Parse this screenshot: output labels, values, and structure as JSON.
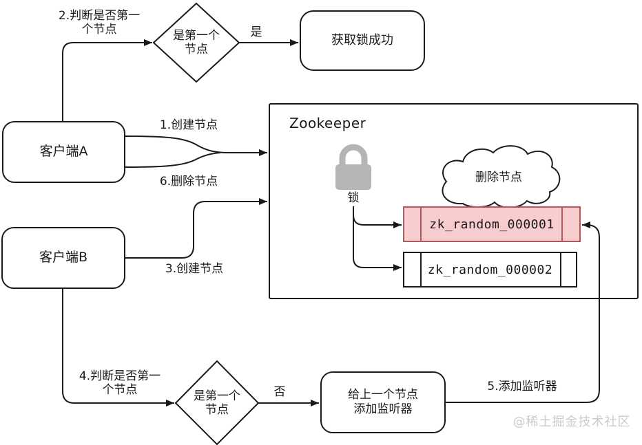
{
  "nodes": {
    "client_a": "客户端A",
    "client_b": "客户端B",
    "success": "获取锁成功",
    "listener": [
      "给上一个节点",
      "添加监听器"
    ],
    "decision_top": [
      "是第一个",
      "节点"
    ],
    "decision_bottom": [
      "是第一个",
      "节点"
    ]
  },
  "zookeeper": {
    "title": "Zookeeper",
    "lock_label": "锁",
    "cloud_label": "删除节点",
    "node1": "zk_random_000001",
    "node2": "zk_random_000002"
  },
  "edges": {
    "step1": "1.创建节点",
    "step2": [
      "2.判断是否第一",
      "个节点"
    ],
    "step3": "3.创建节点",
    "step4": [
      "4.判断是否第一",
      "个节点"
    ],
    "step5": "5.添加监听器",
    "step6": "6.删除节点",
    "yes": "是",
    "no": "否"
  },
  "watermark": "@稀土掘金技术社区",
  "colors": {
    "stroke": "#1a1a1a",
    "node_highlight_fill": "#f8cdcf",
    "node_highlight_stroke": "#b2595d",
    "lock_gray": "#b5b5b5",
    "watermark": "#cbcbcb"
  }
}
